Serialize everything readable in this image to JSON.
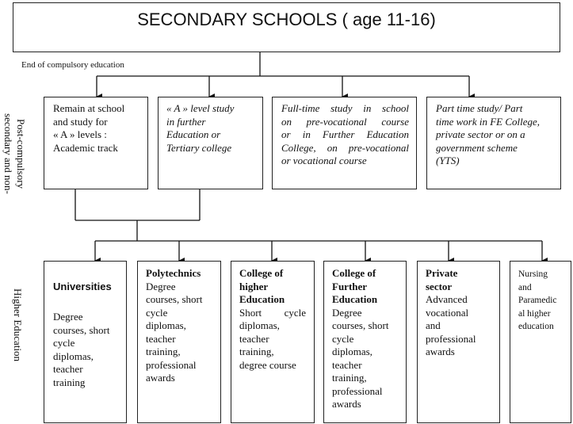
{
  "title": "SECONDARY SCHOOLS ( age 11-16)",
  "end_label": "End of compulsory education",
  "side_label_top": [
    "Post-compulsory",
    "secondary and non-"
  ],
  "side_label_bottom": "Higher Education",
  "top_options": [
    {
      "lines": [
        "Remain at school",
        "and study for",
        "« A » levels :",
        "Academic track"
      ]
    },
    {
      "lines": [
        "« A » level study",
        "in further",
        "Education or",
        "Tertiary college"
      ]
    },
    {
      "lines": [
        "Full-time study in school",
        "on pre-vocational course",
        "or in Further Education",
        "College, on pre-vocational",
        "or vocational course"
      ]
    },
    {
      "lines": [
        "Part time study/ Part",
        "time work in FE College,",
        "private sector or on a",
        "government scheme",
        "(YTS)"
      ]
    }
  ],
  "higher": [
    {
      "name": "Universities",
      "desc": [
        "Degree",
        "courses, short",
        "cycle",
        "diplomas,",
        "teacher",
        "training"
      ]
    },
    {
      "name_lines": [
        "Polytechnics"
      ],
      "desc": [
        "Degree",
        "courses, short",
        "cycle",
        "diplomas,",
        "teacher",
        "training,",
        "professional",
        "awards"
      ]
    },
    {
      "name_lines": [
        "College of",
        "higher",
        "Education"
      ],
      "desc": [
        "Short cycle",
        "diplomas,",
        "teacher",
        "training,",
        "degree course"
      ]
    },
    {
      "name_lines": [
        "College of",
        "Further",
        "Education"
      ],
      "desc": [
        "Degree",
        "courses, short",
        "cycle",
        "diplomas,",
        "teacher",
        "training,",
        "professional",
        "awards"
      ]
    },
    {
      "name_lines": [
        "Private",
        "sector"
      ],
      "desc": [
        "Advanced",
        "vocational",
        "and",
        "professional",
        "awards"
      ]
    },
    {
      "desc": [
        "Nursing",
        "and",
        "Paramedic",
        "al higher",
        "education"
      ]
    }
  ]
}
